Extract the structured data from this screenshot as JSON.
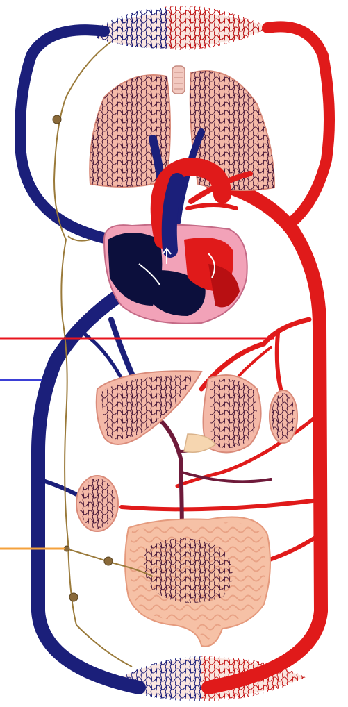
{
  "title": "",
  "colors": {
    "background": "#ffffff",
    "artery": "#e01a1a",
    "artery_dark": "#b80f12",
    "vein": "#1b1f7a",
    "vein_dark": "#0c0f3c",
    "portal": "#6e1a3a",
    "lymph": "#9a7a3a",
    "lymph_node": "#8a6a3a",
    "organ_fill": "#f4b9a8",
    "organ_fill_light": "#f9d2c3",
    "intestine_fill": "#f6c1a6",
    "heart_pink": "#f2a2b8",
    "pointer_red": "#e8141e",
    "pointer_blue": "#3b3fd6",
    "pointer_orange": "#f4a23c"
  },
  "structures": [
    "upper-body-capillaries",
    "lungs",
    "trachea",
    "heart",
    "aorta",
    "vena-cava",
    "liver",
    "stomach",
    "spleen",
    "kidney",
    "intestine",
    "lower-body-capillaries",
    "lymph-vessel",
    "lymph-nodes"
  ],
  "pointers": [
    {
      "name": "artery-pointer-line",
      "color": "#e8141e",
      "label": ""
    },
    {
      "name": "vein-pointer-line",
      "color": "#3b3fd6",
      "label": ""
    },
    {
      "name": "lymph-pointer-line",
      "color": "#f4a23c",
      "label": ""
    }
  ]
}
